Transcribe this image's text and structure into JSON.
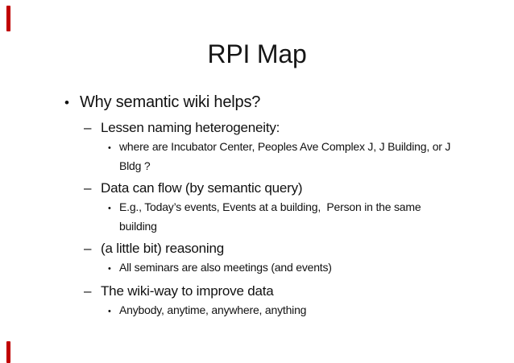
{
  "slide": {
    "title": "RPI Map",
    "glyphs": {
      "level1": "•",
      "level2": "–",
      "level3": "•"
    },
    "colors": {
      "background": "#ffffff",
      "text": "#111111",
      "edge_marker": "#c00000"
    },
    "outline": {
      "l1": "Why semantic wiki helps?",
      "sections": [
        {
          "heading": "Lessen naming heterogeneity:",
          "lines": [
            "where are Incubator Center, Peoples Ave Complex J, J Building, or J",
            "Bldg ?"
          ]
        },
        {
          "heading": "Data can flow (by semantic query)",
          "lines": [
            "E.g., Today’s events, Events at a building,  Person in the same",
            "building"
          ]
        },
        {
          "heading": "(a little bit) reasoning",
          "lines": [
            "All seminars are also meetings (and events)"
          ]
        },
        {
          "heading": "The wiki-way to improve data",
          "lines": [
            "Anybody, anytime, anywhere, anything"
          ]
        }
      ]
    }
  }
}
